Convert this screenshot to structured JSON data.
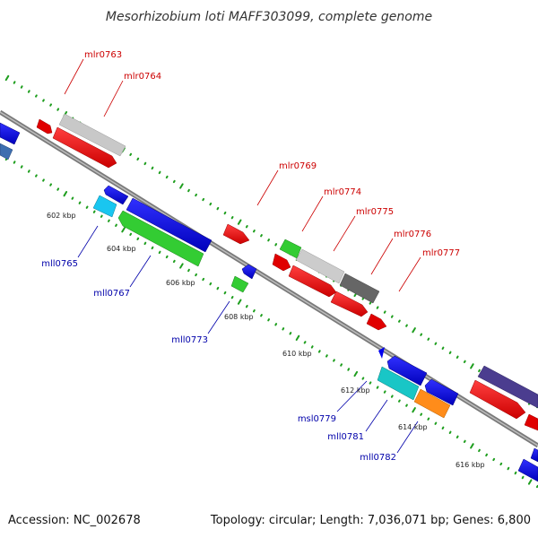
{
  "title": "Mesorhizobium loti MAFF303099, complete genome",
  "footer": {
    "accession": "Accession: NC_002678",
    "summary": "Topology: circular; Length: 7,036,071 bp; Genes: 6,800"
  },
  "colors": {
    "forward_label": "#cc0000",
    "reverse_label": "#0000aa",
    "backbone": "#808080",
    "tick": "#1e9e1e"
  },
  "scale_labels": [
    "602 kbp",
    "604 kbp",
    "606 kbp",
    "608 kbp",
    "610 kbp",
    "612 kbp",
    "614 kbp",
    "616 kbp"
  ],
  "forward_labels": [
    "mlr0763",
    "mlr0764",
    "mlr0769",
    "mlr0774",
    "mlr0775",
    "mlr0776",
    "mlr0777"
  ],
  "reverse_labels": [
    "mll0765",
    "mll0767",
    "mll0773",
    "msl0779",
    "mll0781",
    "mll0782"
  ]
}
